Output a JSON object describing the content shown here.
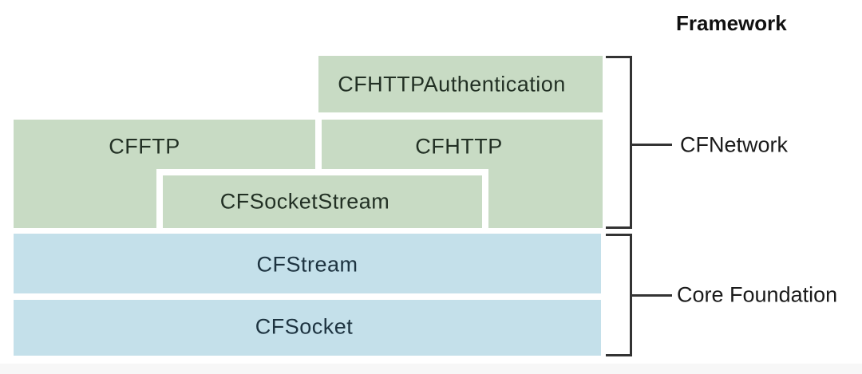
{
  "diagram": {
    "title": "CFNetwork framework layer diagram",
    "header": {
      "framework_label": "Framework"
    },
    "boxes": [
      {
        "id": "cfhttpauthentication",
        "label": "CFHTTPAuthentication",
        "layer": "CFNetwork",
        "color": "#c8dbc4"
      },
      {
        "id": "cfftp",
        "label": "CFFTP",
        "layer": "CFNetwork",
        "color": "#c8dbc4"
      },
      {
        "id": "cfhttp",
        "label": "CFHTTP",
        "layer": "CFNetwork",
        "color": "#c8dbc4"
      },
      {
        "id": "cfsocketstream",
        "label": "CFSocketStream",
        "layer": "CFNetwork",
        "color": "#c8dbc4"
      },
      {
        "id": "cfstream",
        "label": "CFStream",
        "layer": "Core Foundation",
        "color": "#c4e0ea"
      },
      {
        "id": "cfsocket",
        "label": "CFSocket",
        "layer": "Core Foundation",
        "color": "#c4e0ea"
      }
    ],
    "groups": [
      {
        "id": "cfnetwork-group",
        "label": "CFNetwork"
      },
      {
        "id": "core-foundation-group",
        "label": "Core Foundation"
      }
    ],
    "colors": {
      "cfnetwork_box": "#c8dbc4",
      "core_foundation_box": "#c4e0ea",
      "green_box_text": "#223024",
      "blue_box_text": "#1d3340",
      "bracket_line": "#333333",
      "side_label_text": "#1a1a1a",
      "background": "#ffffff"
    }
  }
}
